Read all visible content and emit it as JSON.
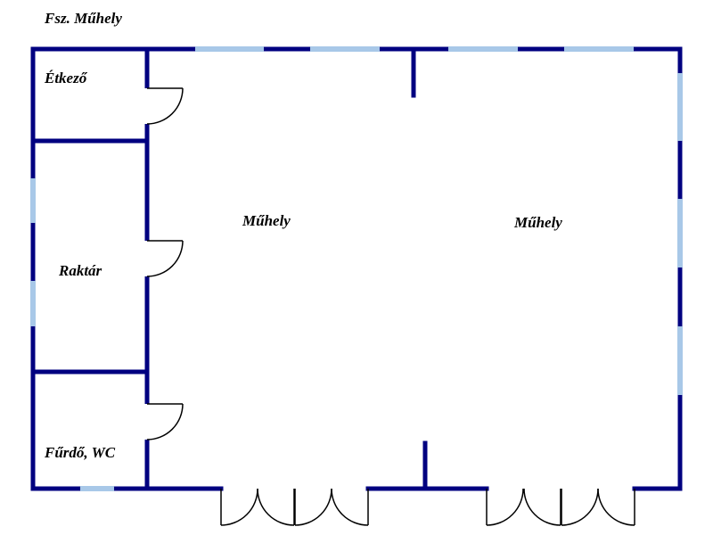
{
  "title": "Fsz. Műhely",
  "rooms": {
    "etkezo": "Étkező",
    "raktar": "Raktár",
    "furdo": "Fűrdő, WC",
    "muhely_1": "Műhely",
    "muhely_2": "Műhely"
  },
  "colors": {
    "wall": "#000080",
    "window": "#a8c8e8",
    "door_swing": "#000000",
    "background": "#ffffff"
  }
}
